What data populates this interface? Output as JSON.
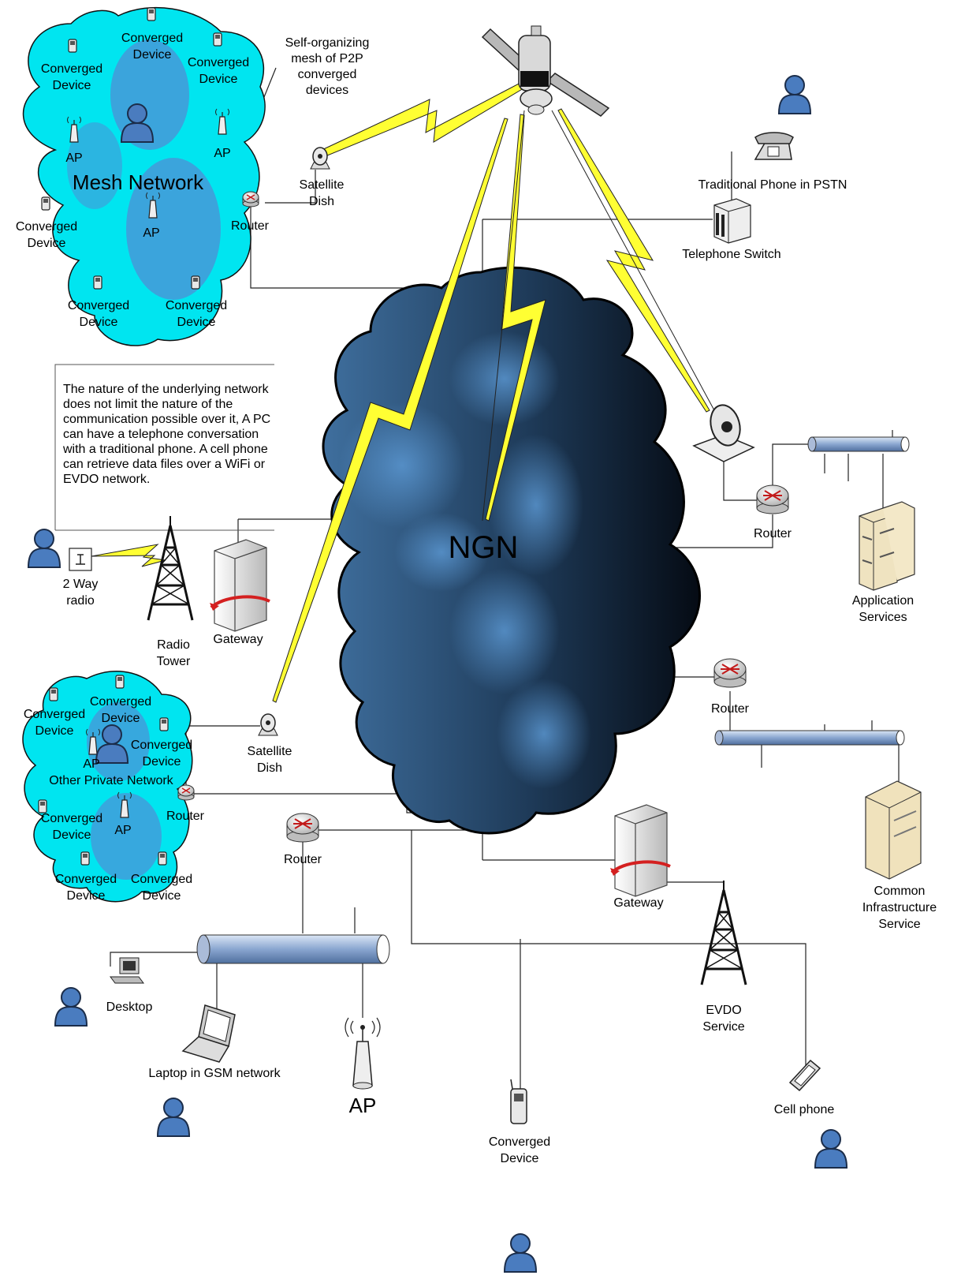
{
  "ngn_label": "NGN",
  "mesh_top": {
    "title": "Mesh Network",
    "ap": "AP",
    "converged": "Converged\nDevice",
    "router": "Router",
    "callout": "Self-organizing\nmesh of P2P\nconverged\ndevices"
  },
  "mesh_bottom": {
    "title": "Other Private Network",
    "ap": "AP",
    "converged": "Converged\nDevice",
    "router": "Router"
  },
  "nodes": {
    "satellite_dish_top": "Satellite\nDish",
    "satellite_dish_bottom": "Satellite\nDish",
    "traditional_phone": "Traditional Phone in PSTN",
    "telephone_switch": "Telephone Switch",
    "router_right": "Router",
    "application_services": "Application\nServices",
    "router_mid_right": "Router",
    "common_infrastructure": "Common\nInfrastructure\nService",
    "two_way_radio": "2 Way\nradio",
    "radio_tower": "Radio\nTower",
    "gateway_left": "Gateway",
    "router_center": "Router",
    "gateway_right": "Gateway",
    "evdo_service": "EVDO\nService",
    "desktop": "Desktop",
    "laptop": "Laptop in GSM network",
    "ap_bottom": "AP",
    "converged_device_bottom": "Converged\nDevice",
    "cell_phone": "Cell phone"
  },
  "note": "The nature of the underlying network does not limit the nature of the communication possible over it,  A PC can have a telephone conversation with a traditional phone.  A cell phone can retrieve data files over a WiFi or EVDO network.",
  "colors": {
    "mesh_cyan": "#00e5f0",
    "ngn_dark": "#0c1a2a",
    "ngn_mid": "#3e6f9c",
    "lightning": "#ffff33",
    "person_blue": "#4a7cbf"
  }
}
